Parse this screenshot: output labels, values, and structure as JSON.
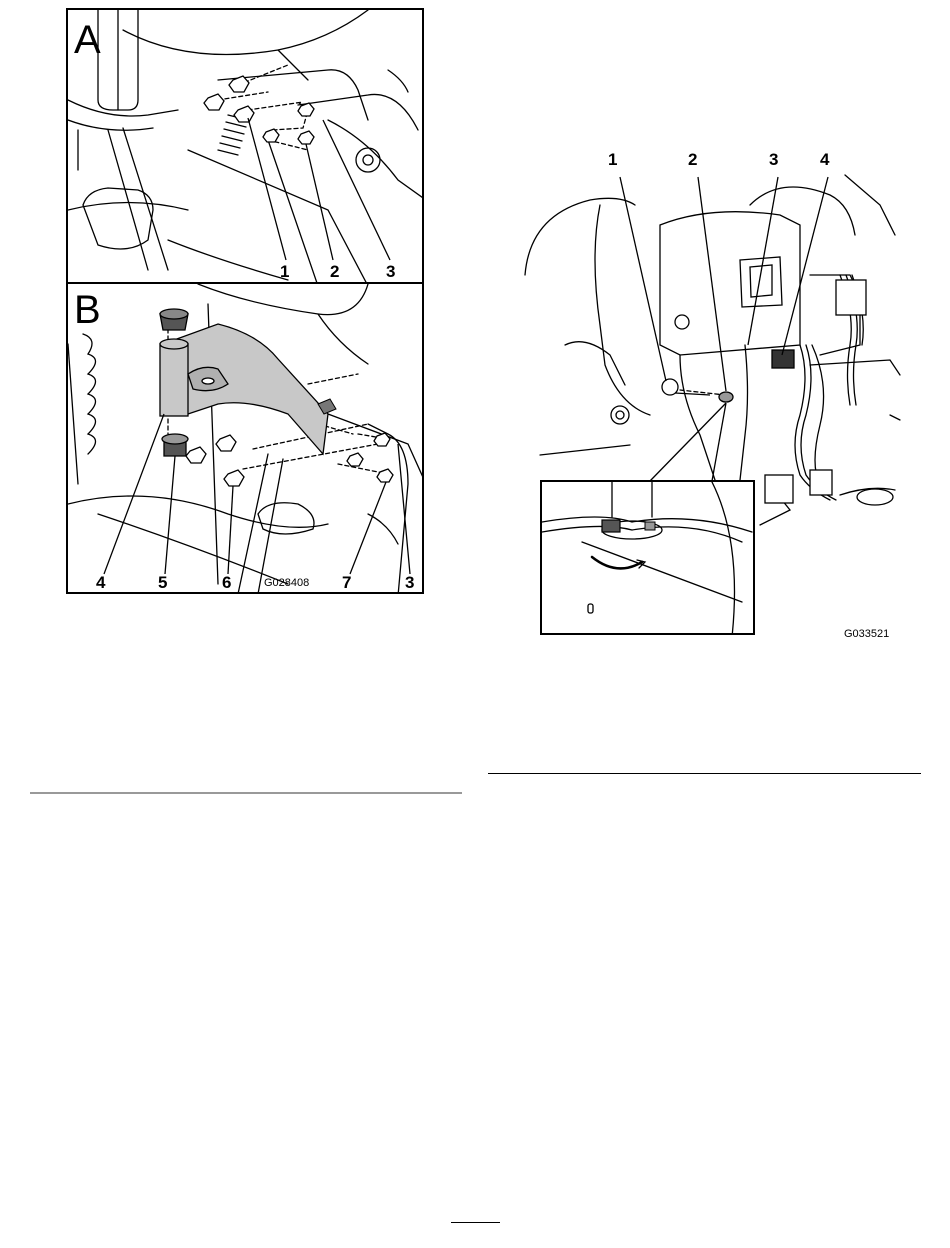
{
  "figure_left": {
    "panel_a": {
      "letter": "A",
      "callouts": [
        "1",
        "2",
        "3"
      ]
    },
    "panel_b": {
      "letter": "B",
      "callouts": [
        "4",
        "5",
        "6",
        "7",
        "3"
      ],
      "graphic_id": "G028408"
    }
  },
  "figure_right": {
    "callouts": [
      "1",
      "2",
      "3",
      "4"
    ],
    "graphic_id": "G033521"
  },
  "colors": {
    "line": "#000000",
    "part_fill": "#c8c8c8",
    "dark_part": "#555555",
    "rule": "#999999"
  }
}
